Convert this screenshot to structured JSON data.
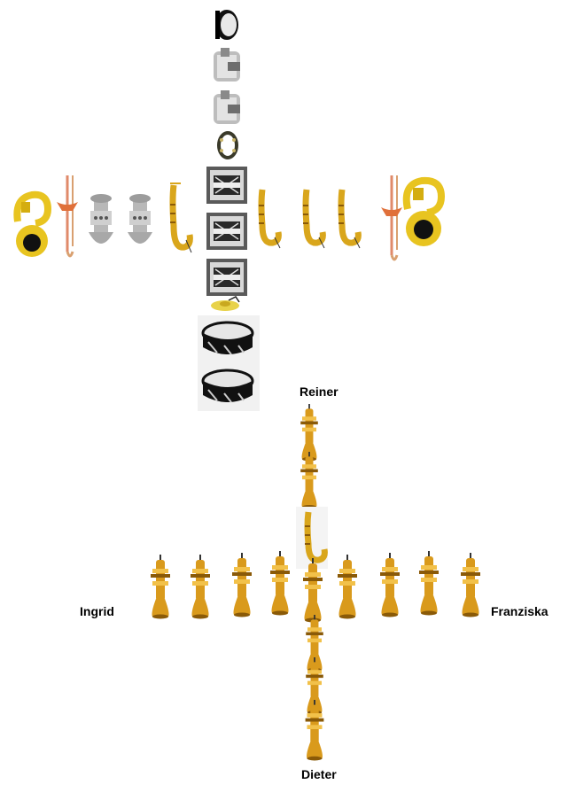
{
  "labels": {
    "top": "Reiner",
    "left": "Ingrid",
    "right": "Franziska",
    "bottom": "Dieter"
  },
  "upper_formation": {
    "column": [
      "drum-head",
      "bass-drum-side",
      "bass-drum-side",
      "tambourine",
      "marching-drum",
      "marching-drum",
      "marching-drum",
      "cymbal",
      "snare-drum",
      "snare-drum"
    ],
    "row_left": [
      "sousaphone",
      "trombone",
      "baritone-horn",
      "baritone-horn",
      "saxophone"
    ],
    "row_right": [
      "saxophone",
      "saxophone",
      "saxophone",
      "trombone",
      "sousaphone"
    ]
  },
  "lower_formation": {
    "row": [
      "trumpet",
      "trumpet",
      "trumpet",
      "trumpet",
      "trumpet",
      "trumpet",
      "trumpet",
      "trumpet",
      "trumpet"
    ],
    "column_top": [
      "trumpet",
      "trumpet",
      "saxophone"
    ],
    "column_bottom": [
      "trumpet",
      "trumpet",
      "trumpet"
    ]
  },
  "colors": {
    "brass": "#d99a1c",
    "brass_dark": "#8a5a08",
    "brass_light": "#f2c14a",
    "sousaphone": "#e8c420",
    "silver": "#a9a9a9",
    "drum_dark": "#222222"
  }
}
